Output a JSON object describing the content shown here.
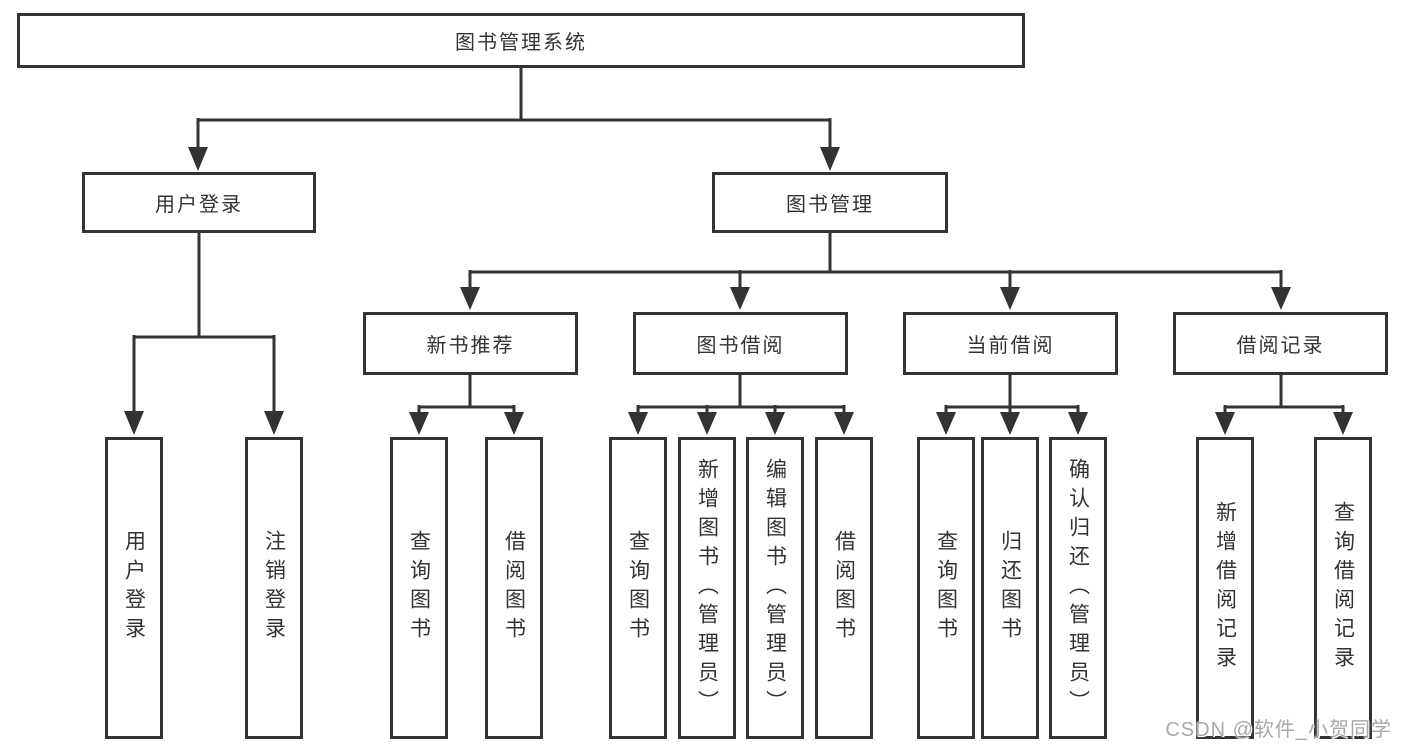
{
  "tree": {
    "label": "图书管理系统",
    "children": [
      {
        "label": "用户登录",
        "children": [
          {
            "label": "用户登录"
          },
          {
            "label": "注销登录"
          }
        ]
      },
      {
        "label": "图书管理",
        "children": [
          {
            "label": "新书推荐",
            "children": [
              {
                "label": "查询图书"
              },
              {
                "label": "借阅图书"
              }
            ]
          },
          {
            "label": "图书借阅",
            "children": [
              {
                "label": "查询图书"
              },
              {
                "label": "新增图书（管理员）"
              },
              {
                "label": "编辑图书（管理员）"
              },
              {
                "label": "借阅图书"
              }
            ]
          },
          {
            "label": "当前借阅",
            "children": [
              {
                "label": "查询图书"
              },
              {
                "label": "归还图书"
              },
              {
                "label": "确认归还（管理员）"
              }
            ]
          },
          {
            "label": "借阅记录",
            "children": [
              {
                "label": "新增借阅记录"
              },
              {
                "label": "查询借阅记录"
              }
            ]
          }
        ]
      }
    ]
  },
  "watermark": {
    "text": "CSDN @软件_小贺同学",
    "color": "#a8a8a8"
  },
  "colors": {
    "line": "#333333",
    "box_border": "#333333",
    "text": "#333333",
    "background": "#ffffff"
  }
}
